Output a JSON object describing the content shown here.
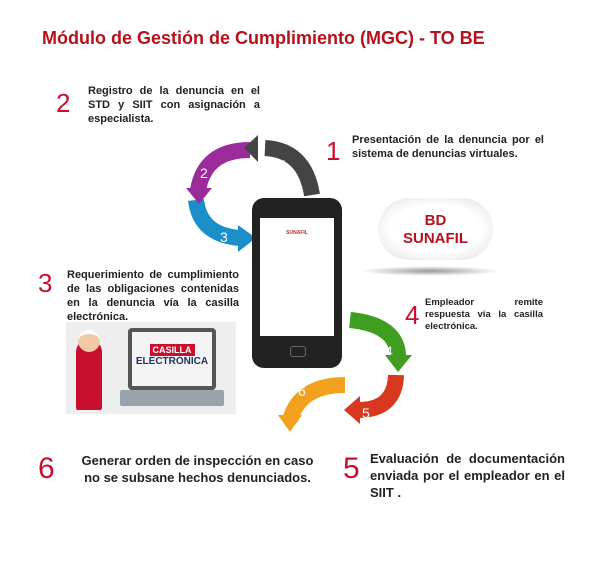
{
  "title": "Módulo de Gestión de Cumplimiento (MGC) - TO BE",
  "steps": [
    {
      "n": "1",
      "text": "Presentación de la denuncia por el sistema de denuncias virtuales."
    },
    {
      "n": "2",
      "text": "Registro de la denuncia en el STD y SIIT con asignación a especialista."
    },
    {
      "n": "3",
      "text": "Requerimiento de cumplimiento de las obligaciones contenidas en la denuncia vía la casilla electrónica."
    },
    {
      "n": "4",
      "text": "Empleador remite respuesta vía la casilla electrónica."
    },
    {
      "n": "5",
      "text": "Evaluación de documentación enviada por el empleador en el SIIT ."
    },
    {
      "n": "6",
      "text": "Generar orden de inspección en caso no se subsane hechos denunciados."
    }
  ],
  "db": {
    "line1": "BD",
    "line2": "SUNAFIL"
  },
  "phone": {
    "logo": "SUNAFIL"
  },
  "laptop": {
    "line1": "CASILLA",
    "line2": "ELECTRÓNICA"
  },
  "colors": {
    "arrow1": "#444444",
    "arrow2": "#9b2a9b",
    "arrow3": "#1a8fc9",
    "arrow4": "#3f9e1f",
    "arrow5": "#d8381e",
    "arrow6": "#f0a21e"
  }
}
